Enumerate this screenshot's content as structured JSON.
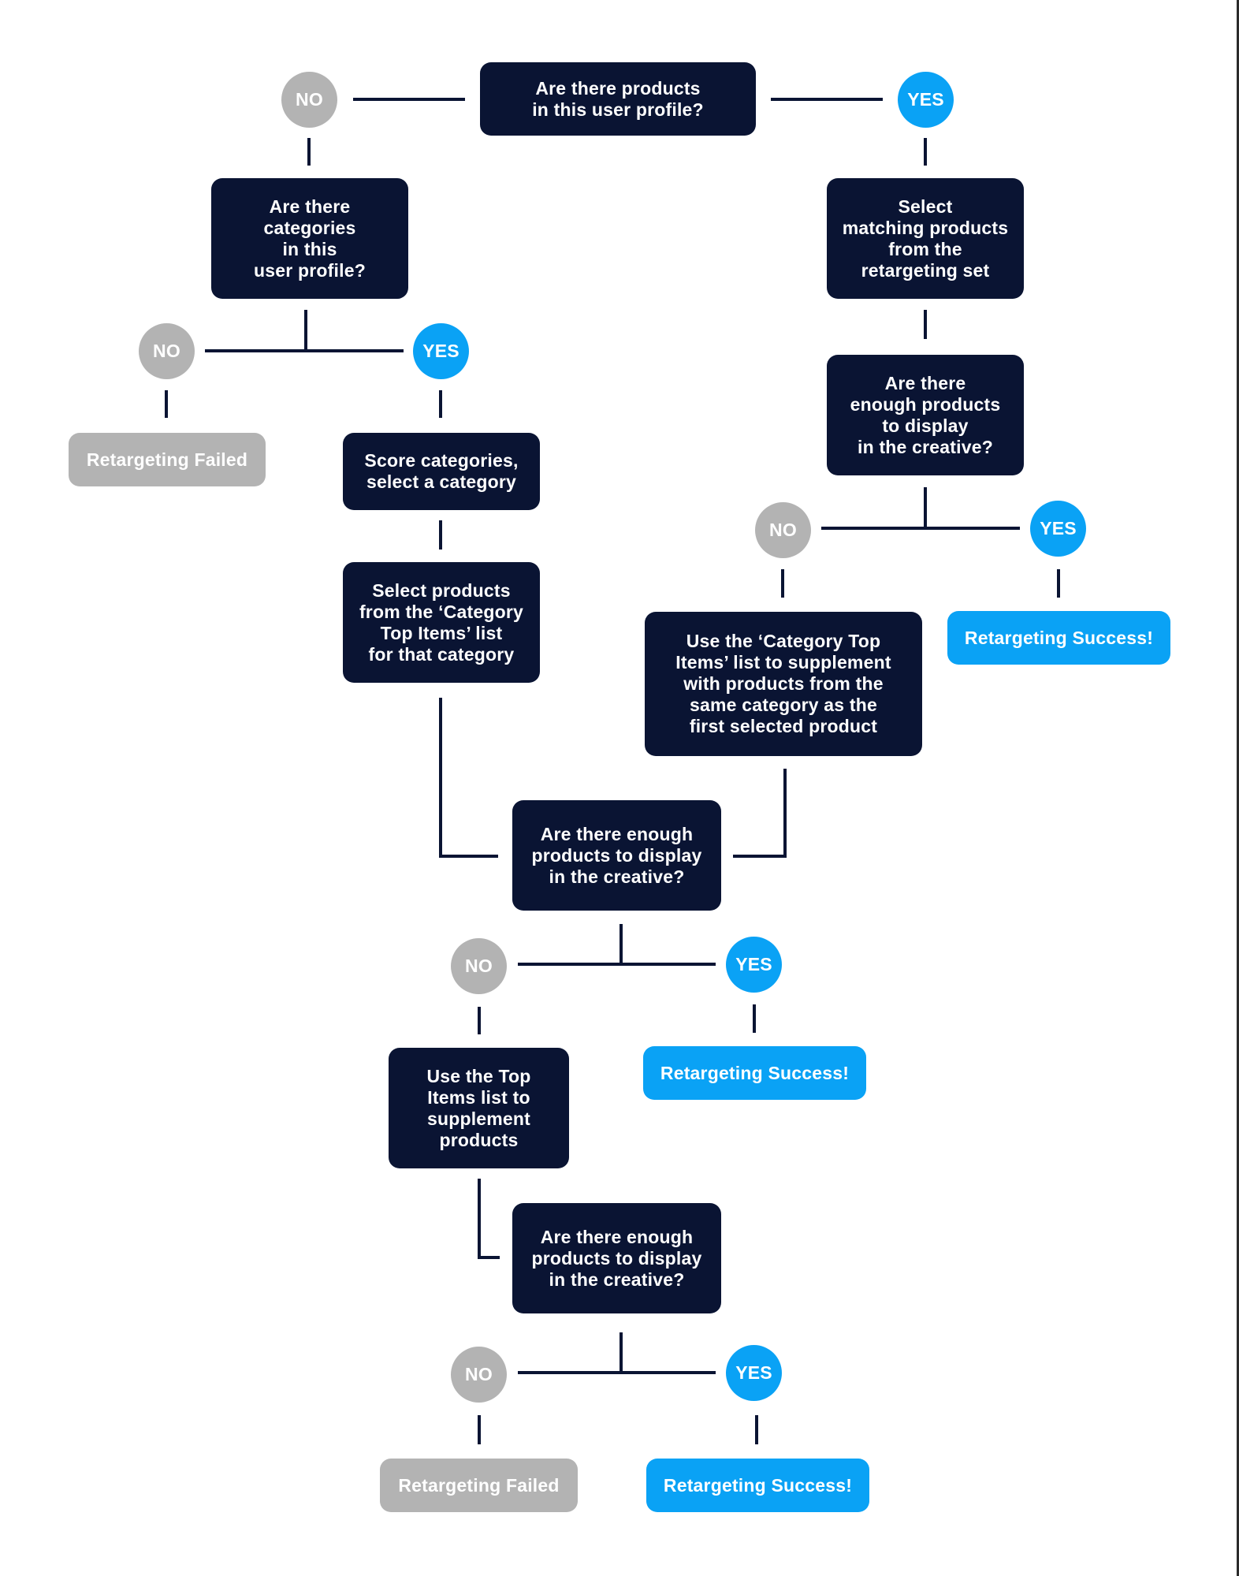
{
  "colors": {
    "dark_box": "#0a1433",
    "accent_yes": "#0aa2f5",
    "muted_no": "#b3b3b3",
    "connector": "#0a1433"
  },
  "labels": {
    "no": "NO",
    "yes": "YES"
  },
  "questions": {
    "products_in_profile": "Are there products\nin this user profile?",
    "categories_in_profile": "Are there\ncategories\nin this\nuser profile?",
    "enough_products_right": "Are there\nenough products\nto display\nin the creative?",
    "enough_products_middle": "Are there enough\nproducts to display\nin the creative?",
    "enough_products_bottom": "Are there enough\nproducts to display\nin the creative?"
  },
  "actions": {
    "select_matching_products": "Select\nmatching products\nfrom the\nretargeting set",
    "score_categories": "Score categories,\nselect a category",
    "select_category_top_items": "Select products\nfrom the ‘Category\nTop Items’ list\nfor that category",
    "use_category_top_items": "Use the ‘Category Top\nItems’ list to supplement\nwith products from the\nsame category as the\nfirst selected product",
    "use_top_items": "Use the Top\nItems list to\nsupplement\nproducts"
  },
  "outcomes": {
    "failed": "Retargeting Failed",
    "success": "Retargeting Success!"
  }
}
